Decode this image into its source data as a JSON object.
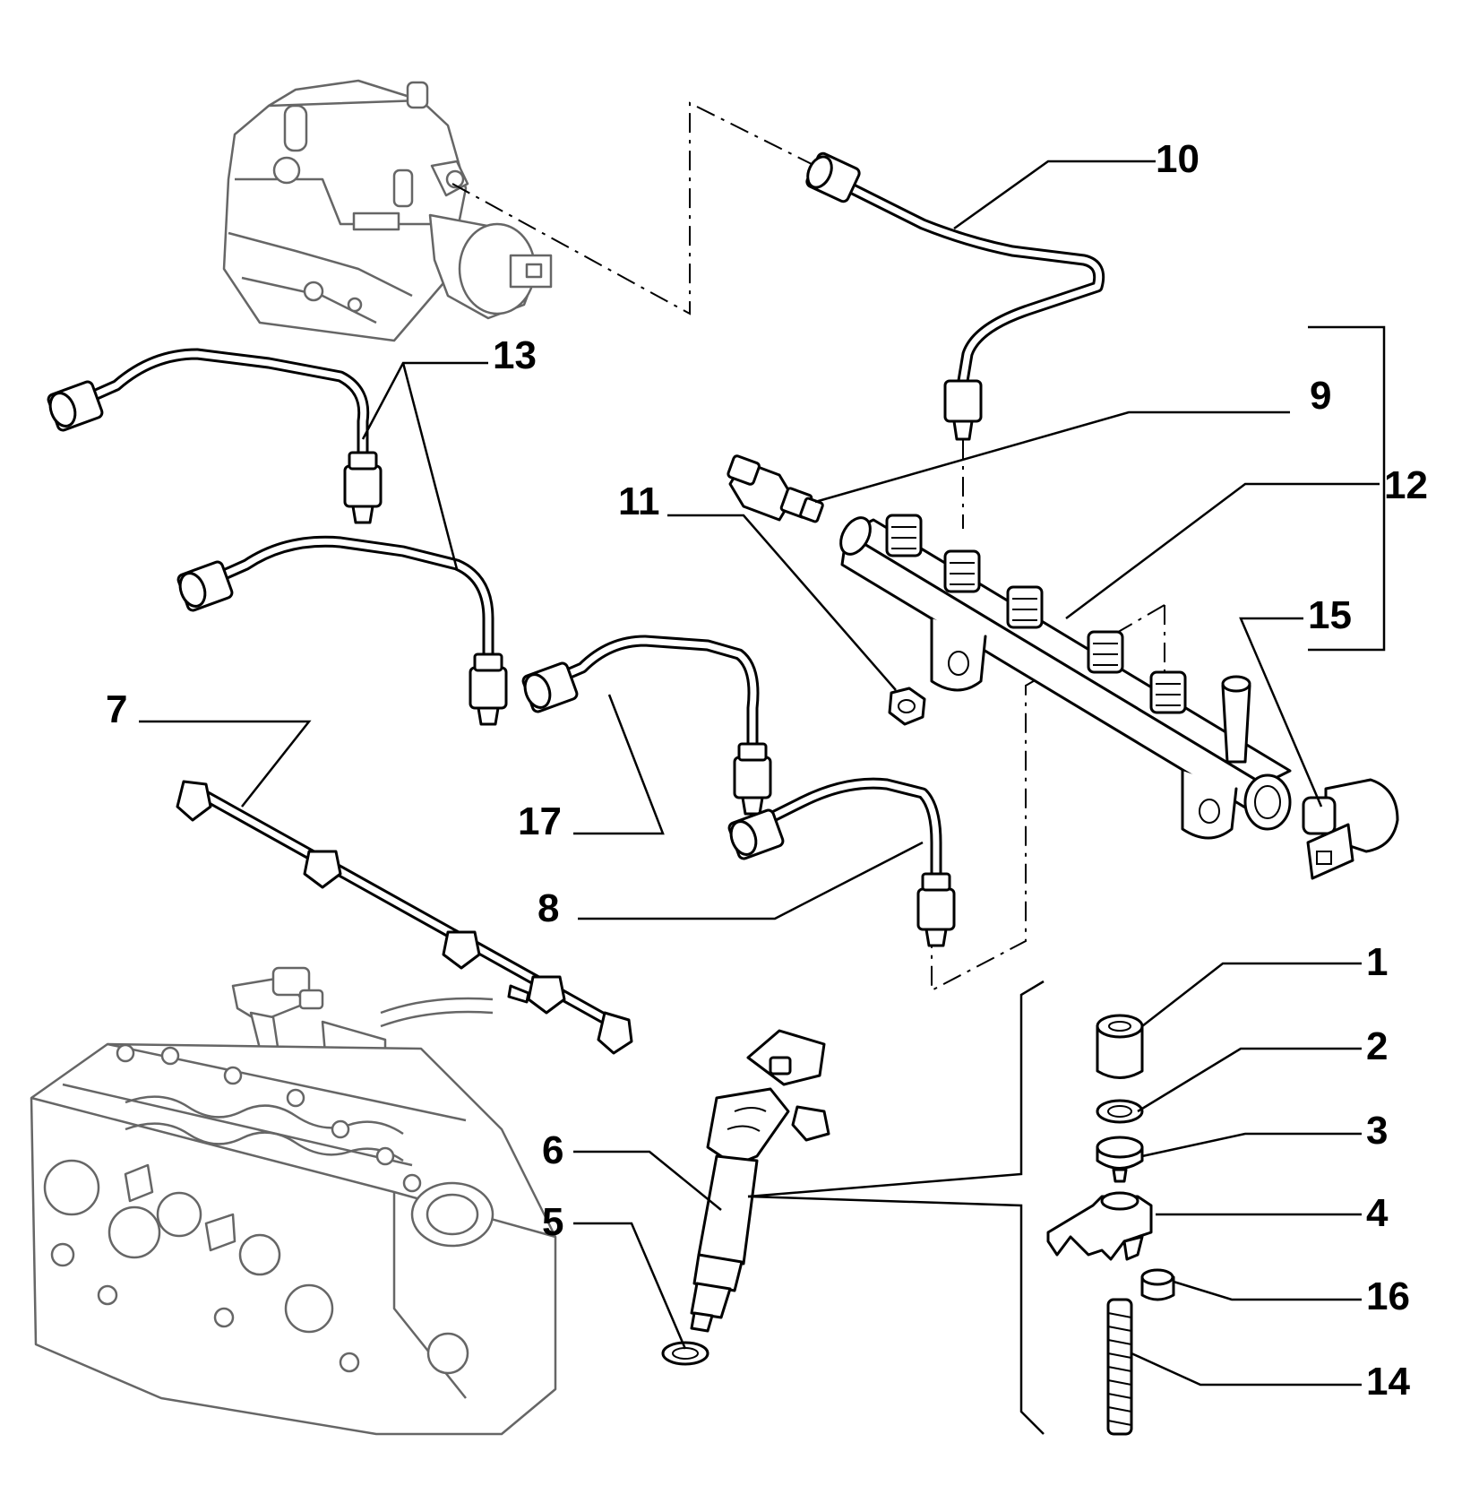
{
  "labels": [
    {
      "id": "1",
      "text": "1"
    },
    {
      "id": "2",
      "text": "2"
    },
    {
      "id": "3",
      "text": "3"
    },
    {
      "id": "4",
      "text": "4"
    },
    {
      "id": "5",
      "text": "5"
    },
    {
      "id": "6",
      "text": "6"
    },
    {
      "id": "7",
      "text": "7"
    },
    {
      "id": "8",
      "text": "8"
    },
    {
      "id": "9",
      "text": "9"
    },
    {
      "id": "10",
      "text": "10"
    },
    {
      "id": "11",
      "text": "11"
    },
    {
      "id": "12",
      "text": "12"
    },
    {
      "id": "13",
      "text": "13"
    },
    {
      "id": "14",
      "text": "14"
    },
    {
      "id": "15",
      "text": "15"
    },
    {
      "id": "16",
      "text": "16"
    },
    {
      "id": "17",
      "text": "17"
    }
  ],
  "colors": {
    "line": "#000000",
    "background": "#ffffff",
    "context_parts": "#666666"
  }
}
